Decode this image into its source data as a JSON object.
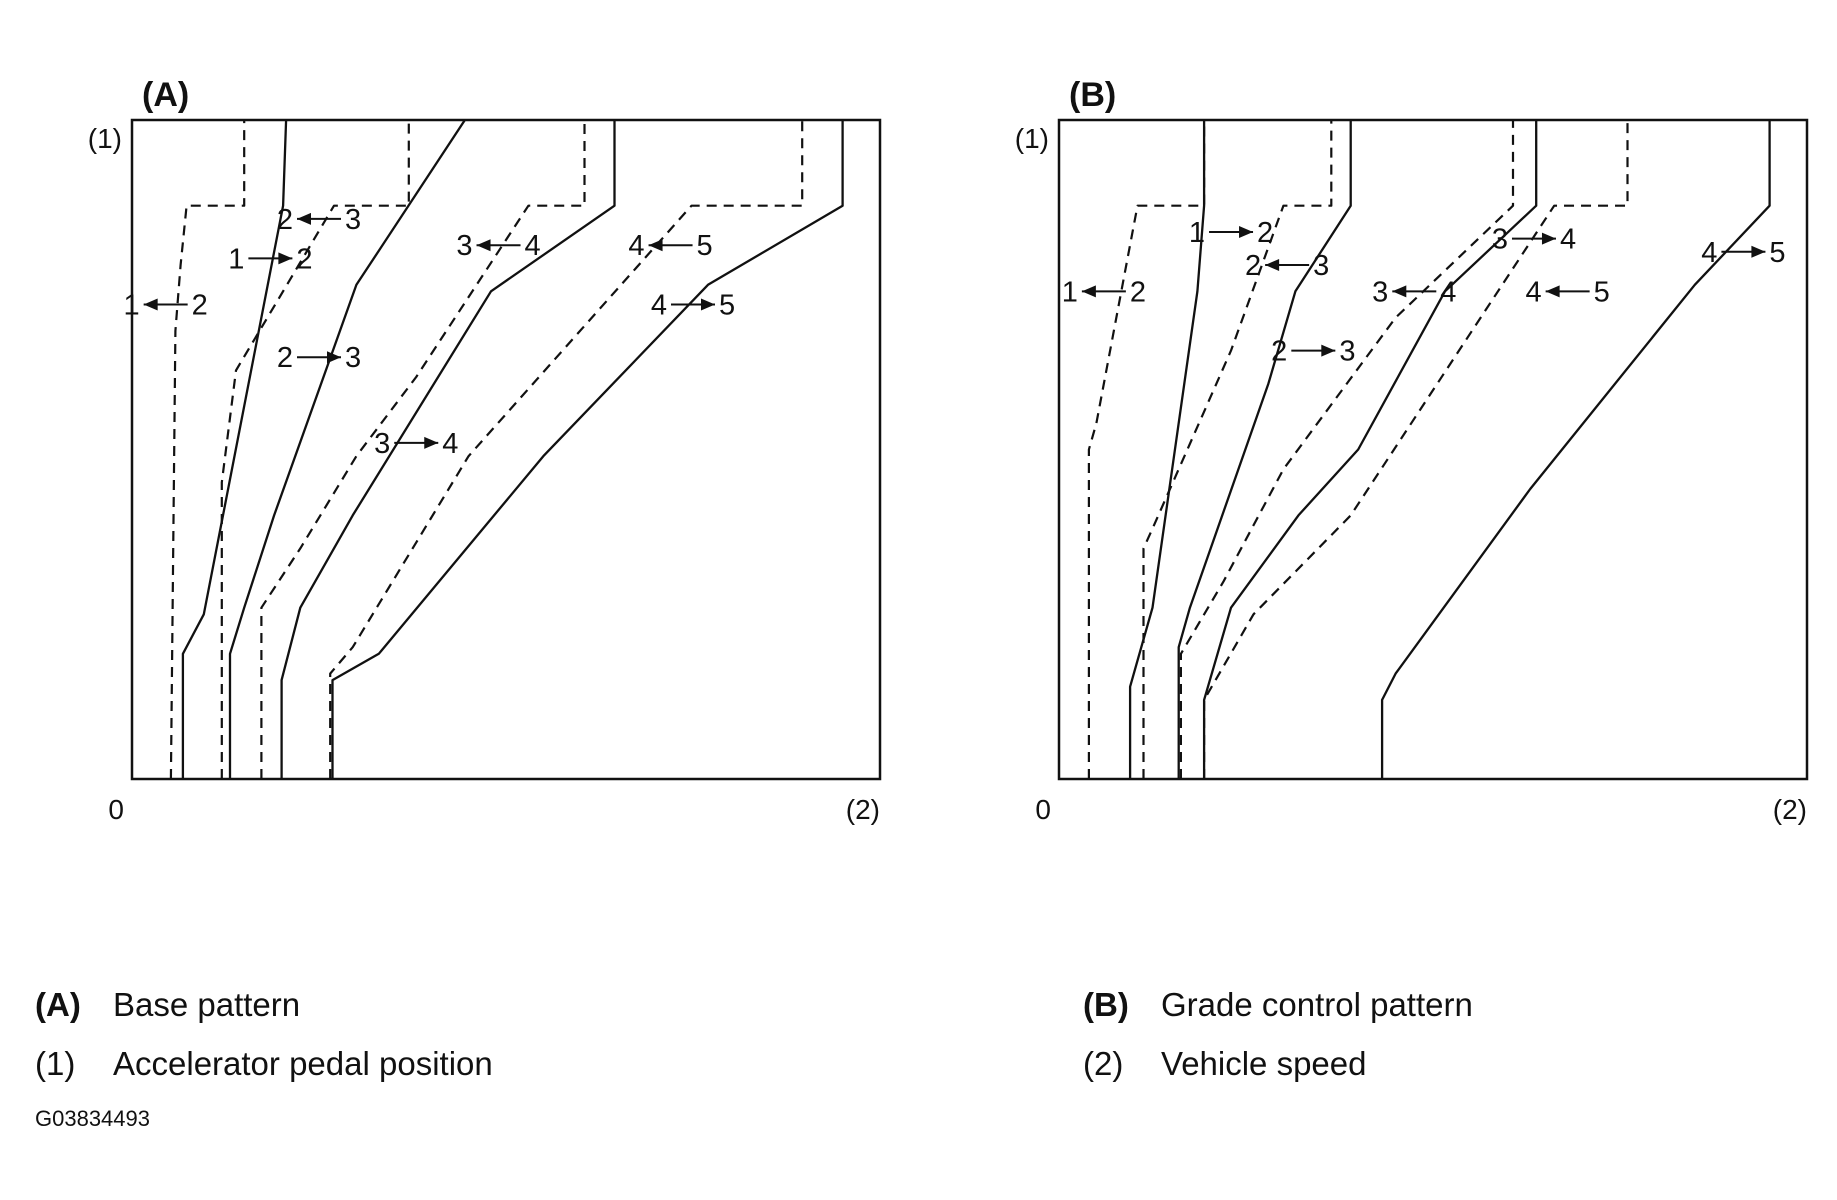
{
  "chart_data": [
    {
      "type": "line",
      "title": "(A)",
      "y_axis_label": "(1)",
      "x_axis_label": "(2)",
      "origin_label": "0",
      "xlim": [
        0,
        100
      ],
      "ylim": [
        0,
        100
      ],
      "grid": false,
      "series": [
        {
          "style": "dashed",
          "x": [
            5.2,
            5.8,
            6.5,
            7.3,
            7.3,
            15.0,
            15.0
          ],
          "y": [
            0,
            68,
            78,
            87,
            87,
            87,
            100
          ]
        },
        {
          "style": "solid",
          "x": [
            6.8,
            6.8,
            9.6,
            20.2,
            20.6,
            20.6
          ],
          "y": [
            0,
            19,
            25,
            87,
            100,
            100
          ]
        },
        {
          "style": "dashed",
          "x": [
            12.0,
            12.0,
            13.9,
            27.0,
            30.0,
            37.0,
            37.0
          ],
          "y": [
            0,
            45,
            62,
            87,
            87,
            87,
            100
          ]
        },
        {
          "style": "solid",
          "x": [
            13.1,
            13.1,
            15.0,
            19.0,
            30.0,
            44.5,
            44.5
          ],
          "y": [
            0,
            19,
            26,
            40,
            75,
            100,
            100
          ]
        },
        {
          "style": "dashed",
          "x": [
            17.3,
            17.3,
            22.5,
            30.0,
            38.0,
            53.0,
            60.5,
            60.5
          ],
          "y": [
            0,
            26,
            35,
            49,
            61,
            87,
            87,
            100
          ]
        },
        {
          "style": "solid",
          "x": [
            20.0,
            20.0,
            22.5,
            29.5,
            48.0,
            64.5,
            64.5
          ],
          "y": [
            0,
            15,
            26,
            40,
            74,
            87,
            100
          ]
        },
        {
          "style": "dashed",
          "x": [
            26.5,
            26.5,
            29.5,
            45.0,
            74.8,
            89.6,
            89.6
          ],
          "y": [
            0,
            16,
            20,
            49,
            87,
            87,
            100
          ]
        },
        {
          "style": "solid",
          "x": [
            26.8,
            26.8,
            33.0,
            55.0,
            77.0,
            95.0,
            95.0
          ],
          "y": [
            0,
            15,
            19,
            49,
            75,
            87,
            100
          ]
        }
      ],
      "shift_labels": [
        {
          "text_from": "2",
          "arrow": "←",
          "text_to": "3",
          "x": 25.0,
          "y": 85
        },
        {
          "text_from": "1",
          "arrow": "→",
          "text_to": "2",
          "x": 18.5,
          "y": 79
        },
        {
          "text_from": "3",
          "arrow": "←",
          "text_to": "4",
          "x": 49.0,
          "y": 81
        },
        {
          "text_from": "4",
          "arrow": "←",
          "text_to": "5",
          "x": 72.0,
          "y": 81
        },
        {
          "text_from": "1",
          "arrow": "←",
          "text_to": "2",
          "x": 4.5,
          "y": 72
        },
        {
          "text_from": "4",
          "arrow": "→",
          "text_to": "5",
          "x": 75.0,
          "y": 72
        },
        {
          "text_from": "2",
          "arrow": "→",
          "text_to": "3",
          "x": 25.0,
          "y": 64
        },
        {
          "text_from": "3",
          "arrow": "→",
          "text_to": "4",
          "x": 38.0,
          "y": 51
        }
      ]
    },
    {
      "type": "line",
      "title": "(B)",
      "y_axis_label": "(1)",
      "x_axis_label": "(2)",
      "origin_label": "0",
      "xlim": [
        0,
        100
      ],
      "ylim": [
        0,
        100
      ],
      "grid": false,
      "series": [
        {
          "style": "dashed",
          "x": [
            4.0,
            4.0,
            5.0,
            10.5,
            14.0,
            19.4,
            19.4
          ],
          "y": [
            0,
            50,
            54,
            87,
            87,
            87,
            100
          ]
        },
        {
          "style": "solid",
          "x": [
            9.5,
            9.5,
            12.5,
            18.5,
            19.4,
            19.4
          ],
          "y": [
            0,
            14,
            26,
            74,
            87,
            100
          ]
        },
        {
          "style": "dashed",
          "x": [
            11.3,
            11.3,
            12.5,
            23.0,
            30.0,
            36.4,
            36.4
          ],
          "y": [
            0,
            35,
            38,
            65,
            87,
            87,
            100
          ]
        },
        {
          "style": "solid",
          "x": [
            16.0,
            16.0,
            17.5,
            28.0,
            31.6,
            39.0,
            39.0
          ],
          "y": [
            0,
            20,
            26,
            60,
            74,
            87,
            100
          ]
        },
        {
          "style": "dashed",
          "x": [
            16.3,
            16.3,
            22.0,
            30.0,
            45.0,
            60.7,
            60.7
          ],
          "y": [
            0,
            19,
            30,
            47,
            70,
            87,
            100
          ]
        },
        {
          "style": "solid",
          "x": [
            19.4,
            19.4,
            23.0,
            32.0,
            40.0,
            51.6,
            63.8,
            63.8
          ],
          "y": [
            0,
            12,
            26,
            40,
            50,
            74,
            87,
            100
          ]
        },
        {
          "style": "dashed",
          "x": [
            19.4,
            19.4,
            26.0,
            39.0,
            66.2,
            76.0,
            76.0
          ],
          "y": [
            0,
            12,
            25,
            40,
            87,
            87,
            100
          ]
        },
        {
          "style": "solid",
          "x": [
            43.2,
            43.2,
            45.0,
            63.0,
            85.0,
            95.0,
            95.0
          ],
          "y": [
            0,
            12,
            16,
            44,
            75,
            87,
            100
          ]
        }
      ],
      "shift_labels": [
        {
          "text_from": "1",
          "arrow": "→",
          "text_to": "2",
          "x": 23.0,
          "y": 83
        },
        {
          "text_from": "3",
          "arrow": "→",
          "text_to": "4",
          "x": 63.5,
          "y": 82
        },
        {
          "text_from": "2",
          "arrow": "←",
          "text_to": "3",
          "x": 30.5,
          "y": 78
        },
        {
          "text_from": "4",
          "arrow": "→",
          "text_to": "5",
          "x": 91.5,
          "y": 80
        },
        {
          "text_from": "1",
          "arrow": "←",
          "text_to": "2",
          "x": 6.0,
          "y": 74
        },
        {
          "text_from": "3",
          "arrow": "←",
          "text_to": "4",
          "x": 47.5,
          "y": 74
        },
        {
          "text_from": "4",
          "arrow": "←",
          "text_to": "5",
          "x": 68.0,
          "y": 74
        },
        {
          "text_from": "2",
          "arrow": "→",
          "text_to": "3",
          "x": 34.0,
          "y": 65
        }
      ]
    }
  ],
  "legend": {
    "a_key": "(A)",
    "a_text": "Base pattern",
    "one_key": "(1)",
    "one_text": "Accelerator pedal position",
    "b_key": "(B)",
    "b_text": "Grade control pattern",
    "two_key": "(2)",
    "two_text": "Vehicle speed"
  },
  "figure_code": "G03834493"
}
